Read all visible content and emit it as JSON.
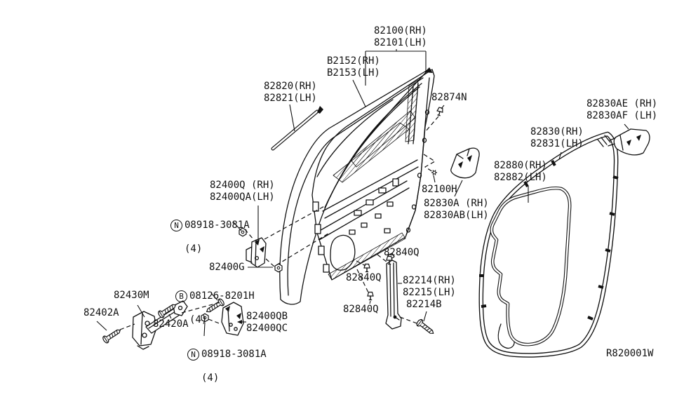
{
  "diagram": {
    "background_color": "#ffffff",
    "line_color": "#111111",
    "code": "R820001W"
  },
  "labels": [
    {
      "id": "82100",
      "text": "82100(RH)\n82101(LH)"
    },
    {
      "id": "B2152",
      "text": "B2152(RH)\nB2153(LH)"
    },
    {
      "id": "82820",
      "text": "82820(RH)\n82821(LH)"
    },
    {
      "id": "82874N",
      "text": "82874N"
    },
    {
      "id": "82830AE",
      "text": "82830AE (RH)\n82830AF (LH)"
    },
    {
      "id": "82830",
      "text": "82830(RH)\n82831(LH)"
    },
    {
      "id": "82880",
      "text": "82880(RH)\n82882(LH)"
    },
    {
      "id": "82100H",
      "text": "82100H"
    },
    {
      "id": "82830A",
      "text": "82830A (RH)\n82830AB(LH)"
    },
    {
      "id": "82400Q",
      "text": "82400Q (RH)\n82400QA(LH)"
    },
    {
      "id": "N08918-top",
      "prefix": "N",
      "text": "08918-3081A",
      "sub": "(4)"
    },
    {
      "id": "82400G",
      "text": "82400G"
    },
    {
      "id": "82840Q-top",
      "text": "82840Q"
    },
    {
      "id": "82840Q-mid",
      "text": "82840Q"
    },
    {
      "id": "82840Q-bot",
      "text": "82840Q"
    },
    {
      "id": "82214",
      "text": "82214(RH)\n82215(LH)"
    },
    {
      "id": "82214B",
      "text": "82214B"
    },
    {
      "id": "82430M",
      "text": "82430M"
    },
    {
      "id": "82402A",
      "text": "82402A"
    },
    {
      "id": "82420A",
      "text": "82420A"
    },
    {
      "id": "B08126",
      "prefix": "B",
      "text": "08126-8201H",
      "sub": "(4)"
    },
    {
      "id": "82400QB",
      "text": "82400QB\n82400QC"
    },
    {
      "id": "N08918-bot",
      "prefix": "N",
      "text": "08918-3081A",
      "sub": "(4)"
    },
    {
      "id": "code",
      "text": "R820001W"
    }
  ]
}
